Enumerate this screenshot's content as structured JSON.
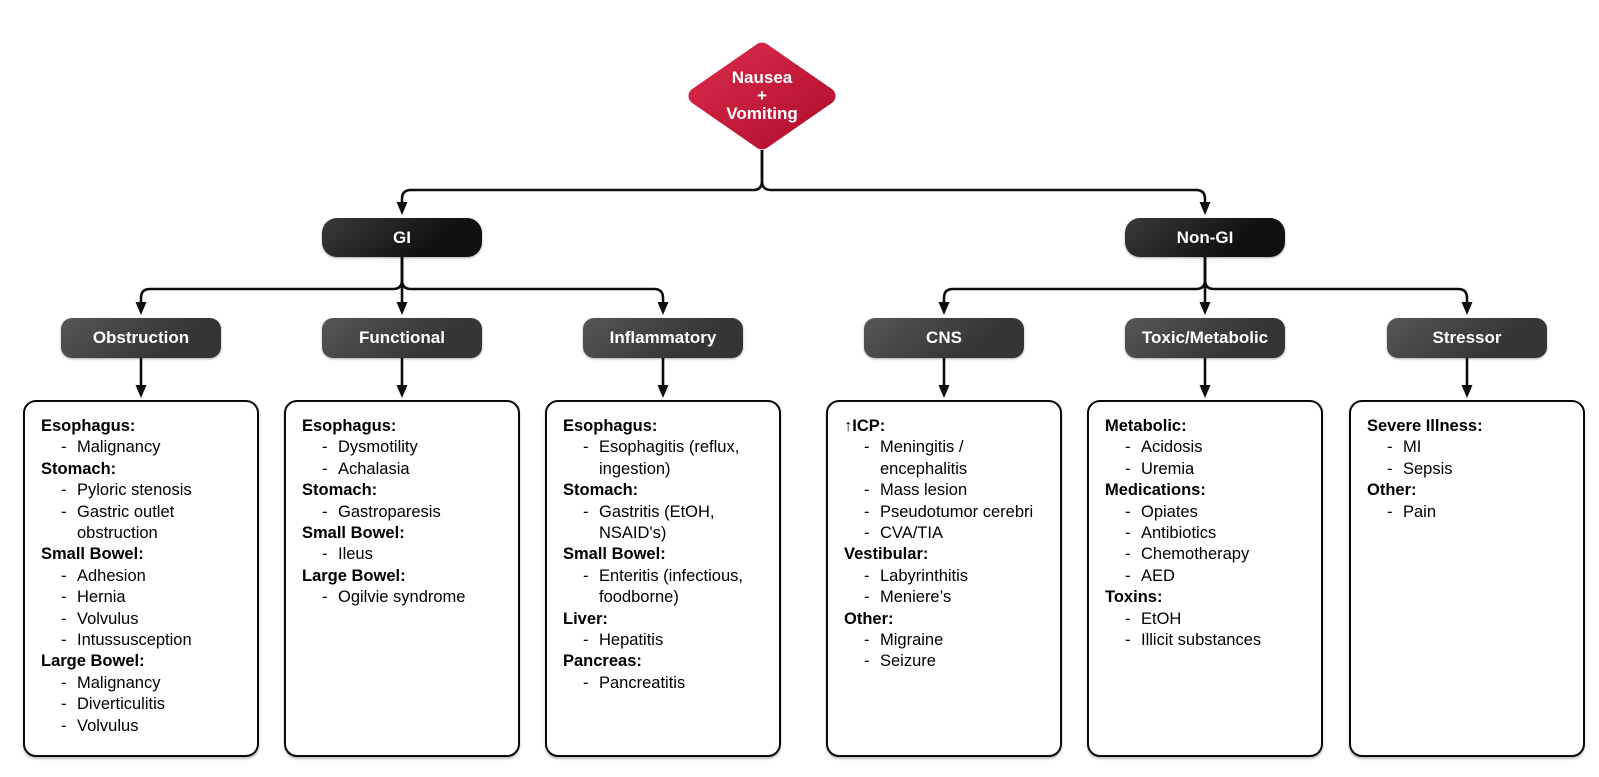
{
  "root": {
    "label_lines": [
      "Nausea",
      "+",
      "Vomiting"
    ]
  },
  "branches": [
    {
      "id": "gi",
      "label": "GI",
      "children": [
        {
          "id": "obstruction",
          "label": "Obstruction",
          "sections": [
            {
              "header": "Esophagus:",
              "items": [
                "Malignancy"
              ]
            },
            {
              "header": "Stomach:",
              "items": [
                "Pyloric stenosis",
                "Gastric outlet obstruction"
              ]
            },
            {
              "header": "Small Bowel:",
              "items": [
                "Adhesion",
                "Hernia",
                "Volvulus",
                "Intussusception"
              ]
            },
            {
              "header": "Large Bowel:",
              "items": [
                "Malignancy",
                "Diverticulitis",
                "Volvulus"
              ]
            }
          ]
        },
        {
          "id": "functional",
          "label": "Functional",
          "sections": [
            {
              "header": "Esophagus:",
              "items": [
                "Dysmotility",
                "Achalasia"
              ]
            },
            {
              "header": "Stomach:",
              "items": [
                "Gastroparesis"
              ]
            },
            {
              "header": "Small Bowel:",
              "items": [
                "Ileus"
              ]
            },
            {
              "header": "Large Bowel:",
              "items": [
                "Ogilvie syndrome"
              ]
            }
          ]
        },
        {
          "id": "inflammatory",
          "label": "Inflammatory",
          "sections": [
            {
              "header": "Esophagus:",
              "items": [
                "Esophagitis (reflux, ingestion)"
              ]
            },
            {
              "header": "Stomach:",
              "items": [
                "Gastritis (EtOH, NSAID's)"
              ]
            },
            {
              "header": "Small Bowel:",
              "items": [
                "Enteritis (infectious, foodborne)"
              ]
            },
            {
              "header": "Liver:",
              "items": [
                "Hepatitis"
              ]
            },
            {
              "header": "Pancreas:",
              "items": [
                "Pancreatitis"
              ]
            }
          ]
        }
      ]
    },
    {
      "id": "non-gi",
      "label": "Non-GI",
      "children": [
        {
          "id": "cns",
          "label": "CNS",
          "sections": [
            {
              "header": "↑ICP:",
              "items": [
                "Meningitis / encephalitis",
                "Mass lesion",
                "Pseudotumor cerebri",
                "CVA/TIA"
              ]
            },
            {
              "header": "Vestibular:",
              "items": [
                "Labyrinthitis",
                "Meniere’s"
              ]
            },
            {
              "header": "Other:",
              "items": [
                "Migraine",
                "Seizure"
              ]
            }
          ]
        },
        {
          "id": "toxic-metabolic",
          "label": "Toxic/Metabolic",
          "sections": [
            {
              "header": "Metabolic:",
              "items": [
                "Acidosis",
                "Uremia"
              ]
            },
            {
              "header": "Medications:",
              "items": [
                "Opiates",
                "Antibiotics",
                "Chemotherapy",
                "AED"
              ]
            },
            {
              "header": "Toxins:",
              "items": [
                "EtOH",
                "Illicit substances"
              ]
            }
          ]
        },
        {
          "id": "stressor",
          "label": "Stressor",
          "sections": [
            {
              "header": "Severe Illness:",
              "items": [
                "MI",
                "Sepsis"
              ]
            },
            {
              "header": "Other:",
              "items": [
                "Pain"
              ]
            }
          ]
        }
      ]
    }
  ],
  "colors": {
    "diamond_red_light": "#d82b49",
    "diamond_red_dark": "#b20d2e",
    "level1_node_dark": "#101010",
    "level1_node_light": "#3a3a3a",
    "level2_node_dark": "#353535",
    "level2_node_light": "#565656",
    "node_text": "#ffffff",
    "line": "#0d0d0d",
    "box_border": "#0a0a0a",
    "box_bg": "#ffffff",
    "text": "#000000",
    "background": "#ffffff"
  }
}
